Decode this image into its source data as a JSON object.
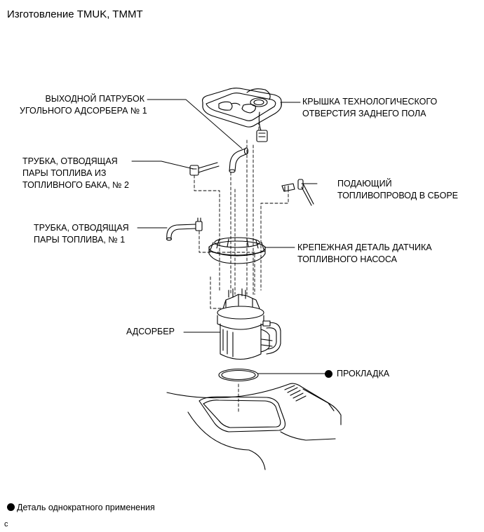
{
  "title": "Изготовление TMUK, TMMT",
  "labels": {
    "outlet_pipe": [
      "ВЫХОДНОЙ ПАТРУБОК",
      "УГОЛЬНОГО АДСОРБЕРА № 1"
    ],
    "floor_cover": [
      "КРЫШКА ТЕХНОЛОГИЧЕСКОГО",
      "ОТВЕРСТИЯ ЗАДНЕГО ПОЛА"
    ],
    "vent_tube_2": [
      "ТРУБКА, ОТВОДЯЩАЯ",
      "ПАРЫ ТОПЛИВА ИЗ",
      "ТОПЛИВНОГО БАКА, № 2"
    ],
    "fuel_main_tube": [
      "ПОДАЮЩИЙ",
      "ТОПЛИВОПРОВОД В СБОРЕ"
    ],
    "vent_tube_1": [
      "ТРУБКА, ОТВОДЯЩАЯ",
      "ПАРЫ ТОПЛИВА, № 1"
    ],
    "gauge_retainer": [
      "КРЕПЕЖНАЯ ДЕТАЛЬ ДАТЧИКА",
      "ТОПЛИВНОГО НАСОСА"
    ],
    "canister": [
      "АДСОРБЕР"
    ],
    "gasket": [
      "ПРОКЛАДКА"
    ]
  },
  "footnote": "Деталь однократного применения",
  "figure_code": "c"
}
